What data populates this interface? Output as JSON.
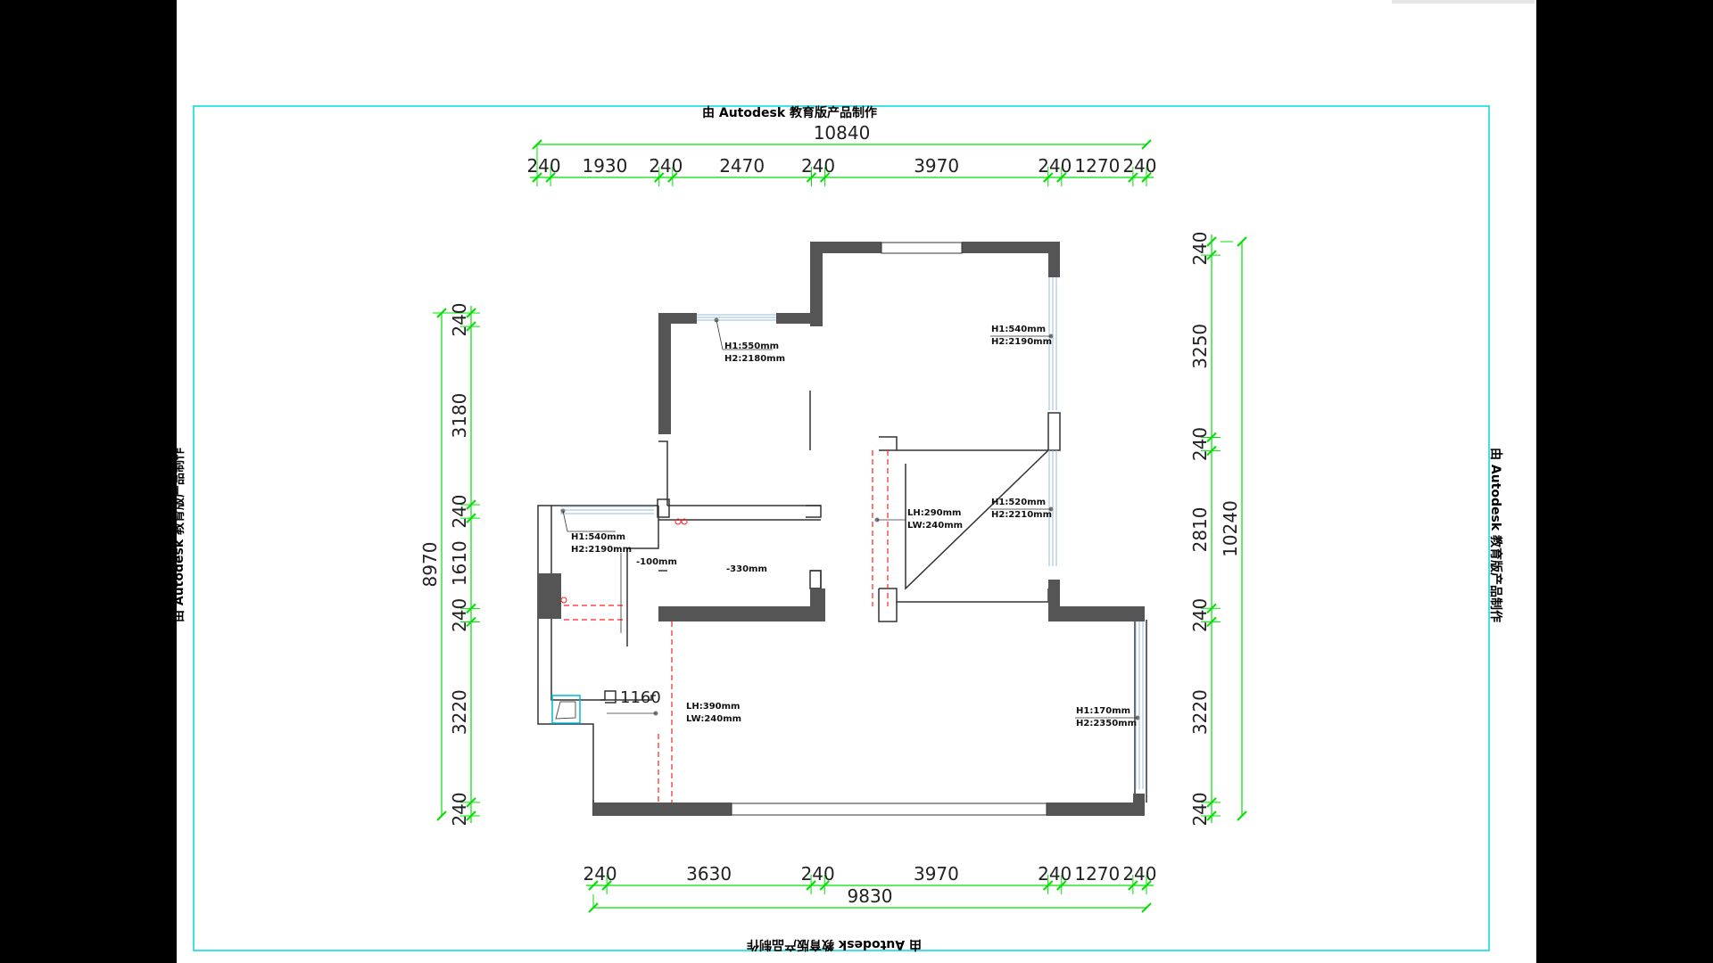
{
  "watermark": "由 Autodesk 教育版产品制作",
  "colors": {
    "background": "#000000",
    "paper": "#ffffff",
    "frame": "#00d8e0",
    "dimension": "#00e000",
    "wall": "#555555",
    "window": "#00b8d8",
    "hidden_line": "#ff2020"
  },
  "dimensions": {
    "top_total": "10840",
    "top_segments": [
      "240",
      "1930",
      "240",
      "2470",
      "240",
      "3970",
      "240",
      "1270",
      "240"
    ],
    "bottom_total": "9830",
    "bottom_segments": [
      "240",
      "3630",
      "240",
      "3970",
      "240",
      "1270",
      "240"
    ],
    "left_total": "8970",
    "left_segments": [
      "240",
      "3180",
      "240",
      "1610",
      "240",
      "3220",
      "240"
    ],
    "right_total": "10240",
    "right_segments": [
      "240",
      "3250",
      "240",
      "2810",
      "240",
      "3220",
      "240"
    ]
  },
  "annotations": {
    "bedroom2_window": [
      "H1:550mm",
      "H2:2180mm"
    ],
    "master_window": [
      "H1:540mm",
      "H2:2190mm"
    ],
    "bath_window": [
      "H1:520mm",
      "H2:2210mm"
    ],
    "balcony_window": [
      "H1:540mm",
      "H2:2190mm"
    ],
    "living_window": [
      "H1:170mm",
      "H2:2350mm"
    ],
    "bath_beam": [
      "LH:290mm",
      "LW:240mm"
    ],
    "living_beam": [
      "LH:390mm",
      "LW:240mm"
    ],
    "level_kitchen": "-100mm",
    "level_corridor": "-330mm",
    "small_dim": "1160"
  }
}
